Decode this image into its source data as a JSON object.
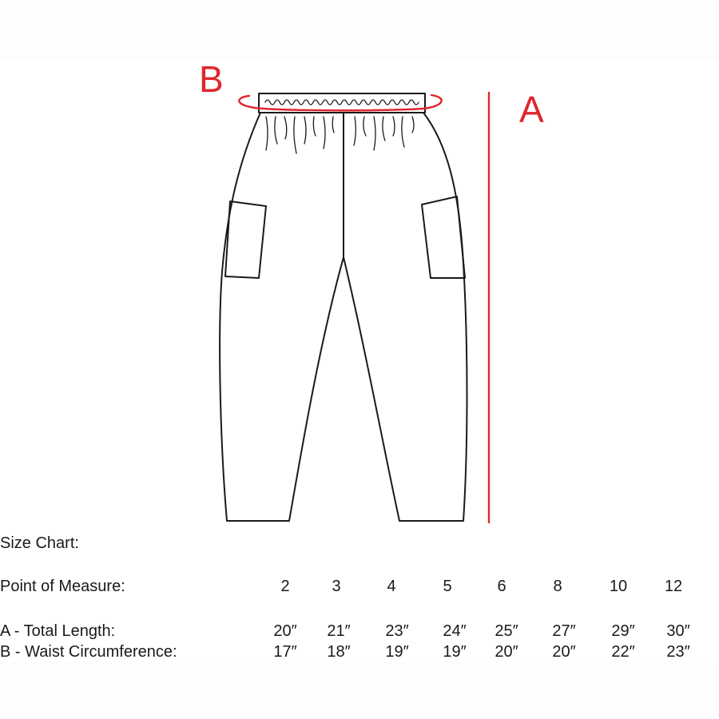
{
  "diagram": {
    "marker_a": "A",
    "marker_b": "B",
    "line_color": "#1a1a1a",
    "marker_color": "#e0262c"
  },
  "size_chart": {
    "title": "Size Chart:",
    "header_label": "Point of Measure:",
    "sizes": [
      "2",
      "3",
      "4",
      "5",
      "6",
      "8",
      "10",
      "12"
    ],
    "rows": [
      {
        "label": "A - Total Length:",
        "values": [
          "20″",
          "21″",
          "23″",
          "24″",
          "25″",
          "27″",
          "29″",
          "30″"
        ]
      },
      {
        "label": "B - Waist Circumference:",
        "values": [
          "17″",
          "18″",
          "19″",
          "19″",
          "20″",
          "20″",
          "22″",
          "23″"
        ]
      }
    ]
  }
}
